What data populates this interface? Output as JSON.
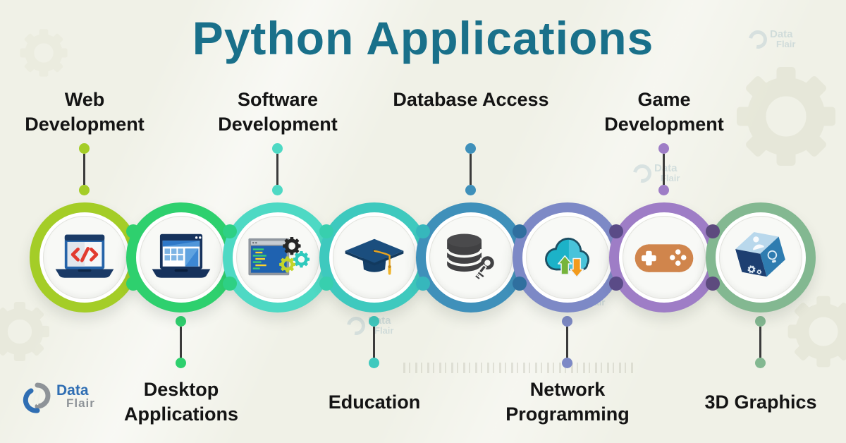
{
  "title": "Python Applications",
  "items": [
    {
      "label": "Web Development",
      "position": "top",
      "ring_color": "#a4cd27",
      "icon": "laptop-code"
    },
    {
      "label": "Desktop Applications",
      "position": "bottom",
      "ring_color": "#2ed06e",
      "icon": "laptop-apps"
    },
    {
      "label": "Software Development",
      "position": "top",
      "ring_color": "#4ed9c4",
      "icon": "code-window-gears"
    },
    {
      "label": "Education",
      "position": "bottom",
      "ring_color": "#3ec9be",
      "icon": "graduation-cap"
    },
    {
      "label": "Database Access",
      "position": "top",
      "ring_color": "#3f90ba",
      "icon": "database-key"
    },
    {
      "label": "Network Programming",
      "position": "bottom",
      "ring_color": "#7d89c6",
      "icon": "cloud-transfer"
    },
    {
      "label": "Game Development",
      "position": "top",
      "ring_color": "#9e7dc6",
      "icon": "gamepad"
    },
    {
      "label": "3D Graphics",
      "position": "bottom",
      "ring_color": "#83b891",
      "icon": "cube-3d"
    }
  ],
  "junction_colors": [
    "#2ed06e",
    "#2ed084",
    "#38cfae",
    "#36b7bc",
    "#2f6f9f",
    "#5a4b87",
    "#5d4b7e"
  ],
  "brand": {
    "line1": "Data",
    "line2": "Flair"
  },
  "watermark": {
    "line1": "Data",
    "line2": "Flair"
  },
  "colors": {
    "background": "#f0f1e7",
    "title": "#19708a",
    "label_text": "#141414",
    "connector_line": "#3b3b3b"
  }
}
